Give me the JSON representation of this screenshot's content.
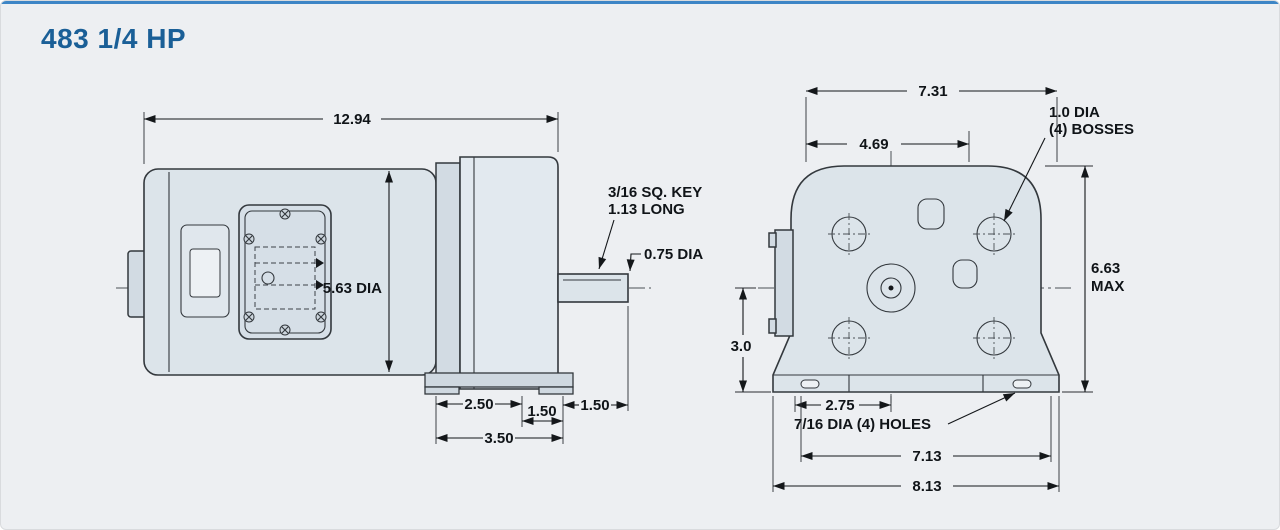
{
  "title": "483 1/4 HP",
  "colors": {
    "accent_bar": "#3d85c6",
    "title_text": "#1a5f97",
    "drawing_line": "#33383d",
    "dimension_line": "#14171a",
    "body_fill": "#dce4ea",
    "background": "#edeff2"
  },
  "side_view": {
    "dim_overall": "12.94",
    "key_note_1": "3/16 SQ. KEY",
    "key_note_2": "1.13 LONG",
    "shaft_dia": "0.75 DIA",
    "body_dia": "5.63 DIA",
    "dim_base_a": "2.50",
    "dim_base_b": "1.50",
    "dim_shaft_len": "1.50",
    "dim_base_c": "3.50"
  },
  "end_view": {
    "dim_width_top": "7.31",
    "dim_width_upper": "4.69",
    "boss_note_1": "1.0 DIA",
    "boss_note_2": "(4) BOSSES",
    "dim_height_1": "6.63",
    "dim_height_2": "MAX",
    "dim_center_to_base": "3.0",
    "dim_foot_inner": "2.75",
    "holes_note": "7/16 DIA (4) HOLES",
    "dim_holes_span": "7.13",
    "dim_base_width": "8.13"
  }
}
